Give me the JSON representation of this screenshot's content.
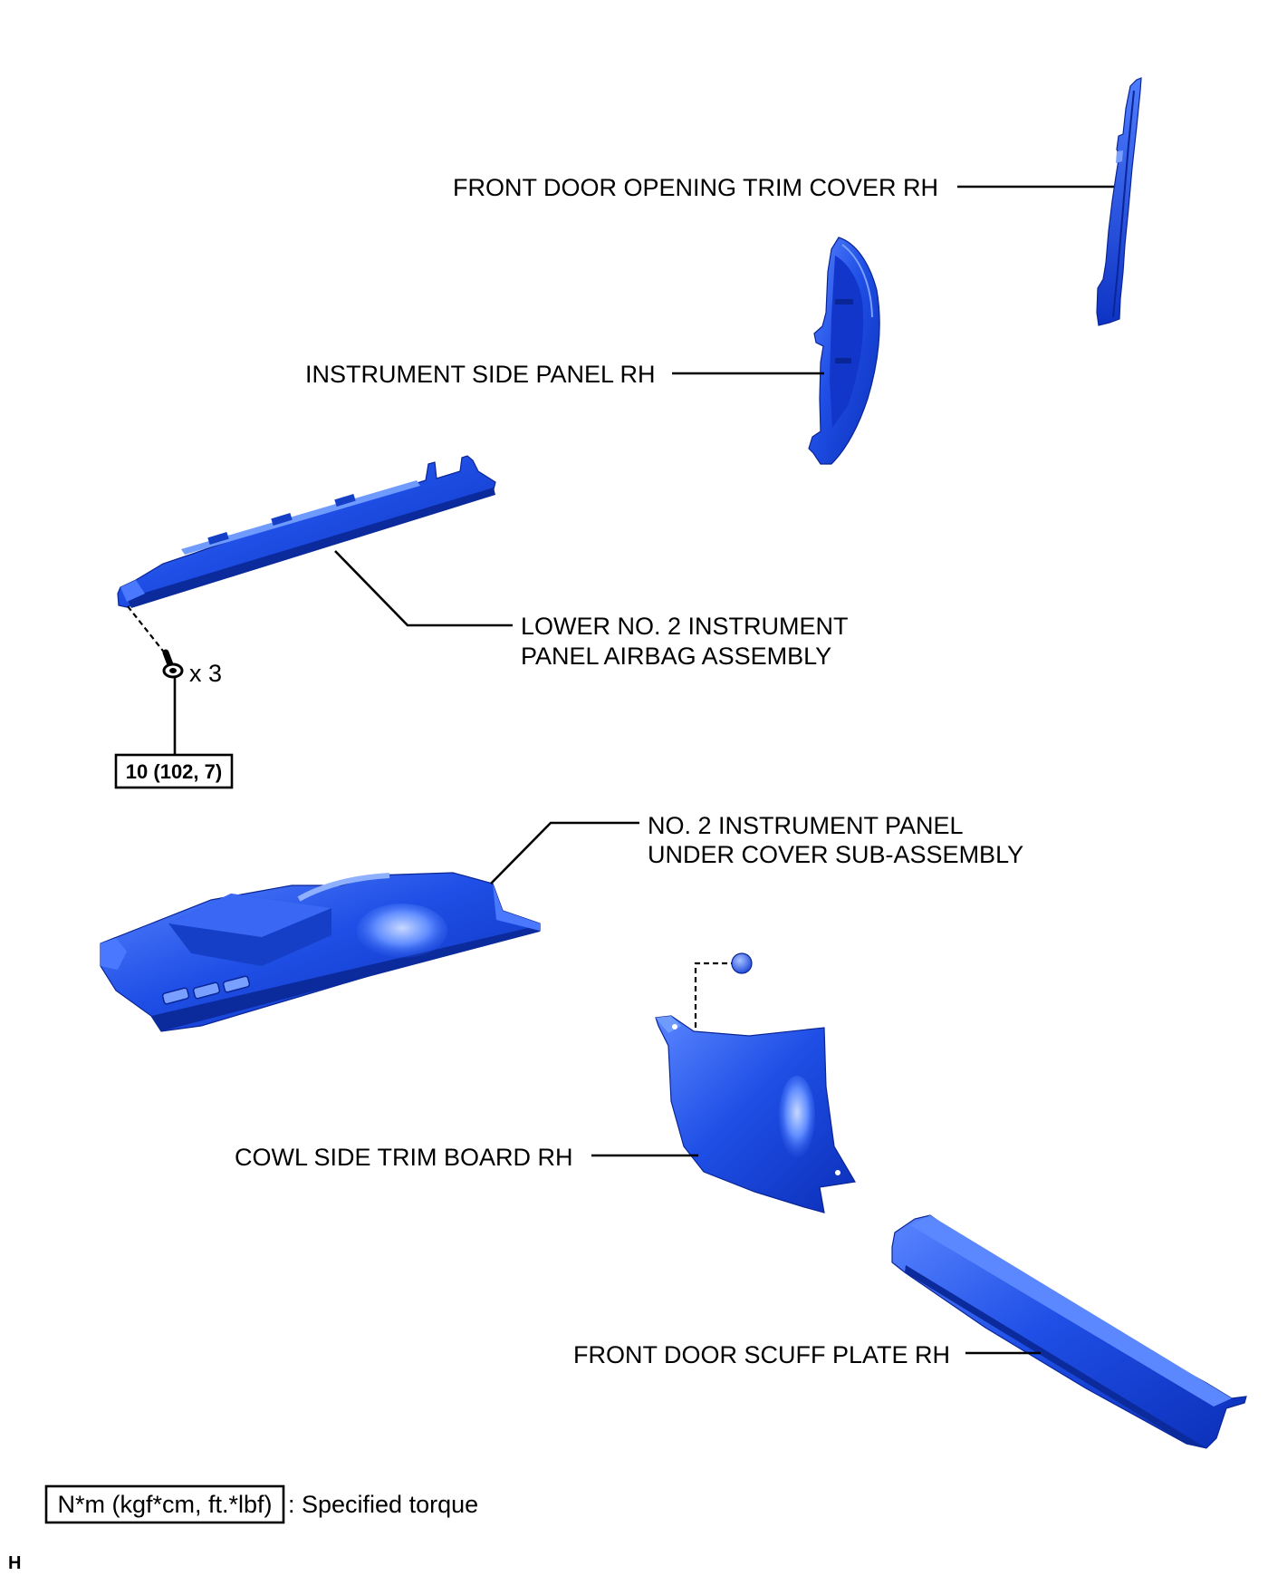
{
  "labels": {
    "front_door_opening_trim_cover": "FRONT DOOR OPENING TRIM COVER RH",
    "instrument_side_panel": "INSTRUMENT SIDE PANEL RH",
    "lower_airbag_line1": "LOWER NO. 2 INSTRUMENT",
    "lower_airbag_line2": "PANEL AIRBAG ASSEMBLY",
    "under_cover_line1": "NO. 2 INSTRUMENT PANEL",
    "under_cover_line2": "UNDER COVER SUB-ASSEMBLY",
    "cowl_side_trim": "COWL SIDE TRIM BOARD RH",
    "scuff_plate": "FRONT DOOR SCUFF PLATE RH"
  },
  "fastener": {
    "quantity": "x 3",
    "torque": "10 (102, 7)"
  },
  "legend": {
    "unit_box": "N*m (kgf*cm, ft.*lbf)",
    "description": ": Specified torque"
  },
  "page_code": "H",
  "colors": {
    "part_fill": "#1f4fe6",
    "part_shadow": "#0b2fb8",
    "part_highlight": "#6f9bff",
    "line": "#000000"
  }
}
